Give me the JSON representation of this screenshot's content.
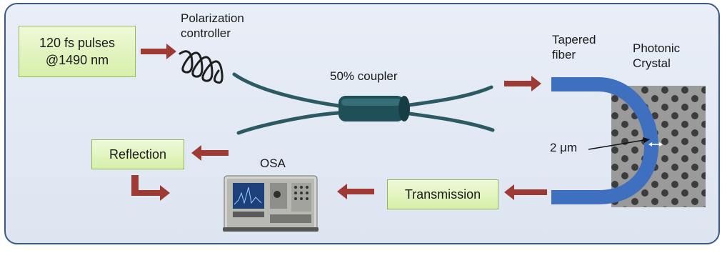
{
  "boxes": {
    "source": "120 fs pulses\n@1490 nm",
    "reflection": "Reflection",
    "transmission": "Transmission"
  },
  "labels": {
    "polarization": "Polarization\ncontroller",
    "coupler": "50% coupler",
    "tapered": "Tapered\nfiber",
    "photonic": "Photonic\nCrystal",
    "osa": "OSA",
    "gap": "2 μm"
  },
  "colors": {
    "arrow": "#9e3a34",
    "fiber": "#2b5a63",
    "taper": "#3f6fbf",
    "box_border": "#93b857",
    "frame_border": "#3b5b84"
  }
}
